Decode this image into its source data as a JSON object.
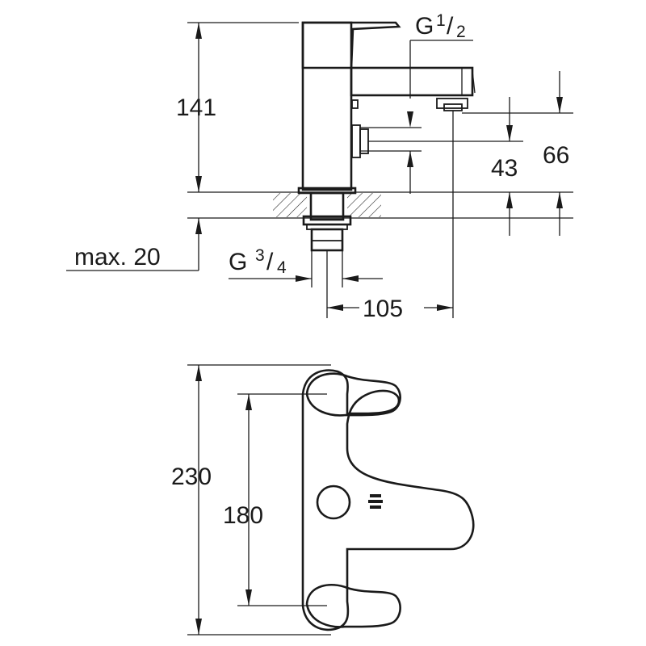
{
  "dimensions": {
    "height_141": "141",
    "height_66": "66",
    "height_43": "43",
    "max_20": "max. 20",
    "reach_105": "105",
    "width_230": "230",
    "centers_180": "180"
  },
  "threads": {
    "outlet": {
      "prefix": "G",
      "numerator": "1",
      "slash": "/",
      "denominator": "2"
    },
    "inlet": {
      "prefix": "G",
      "numerator": "3",
      "slash": "/",
      "denominator": "4"
    }
  },
  "colors": {
    "line": "#1a1a1a",
    "background": "#ffffff"
  }
}
